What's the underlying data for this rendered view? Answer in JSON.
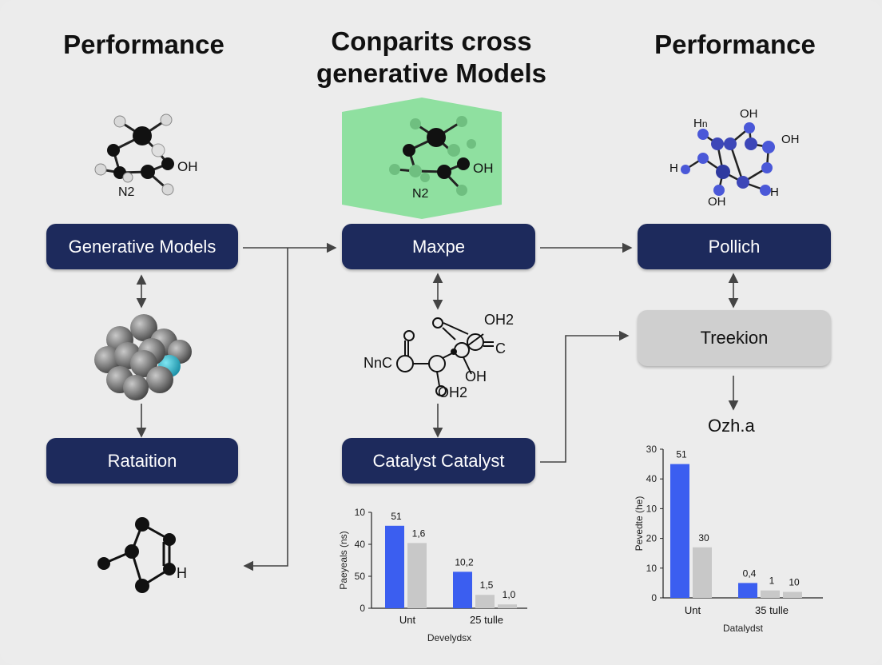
{
  "titles": {
    "left": "Performance",
    "center_line1": "Conparits cross",
    "center_line2": "generative Models",
    "right": "Performance"
  },
  "boxes": {
    "generative_models": "Generative Models",
    "maxpe": "Maxpe",
    "pollich": "Pollich",
    "treekion": "Treekion",
    "ratition": "Rataition",
    "catalyst": "Catalyst Catalyst"
  },
  "molecule_labels": {
    "left_oh": "OH",
    "left_n2": "N2",
    "center_oh": "OH",
    "center_n2": "N2",
    "right_h": "H",
    "right_n": "n",
    "right_ho": "H",
    "right_oh_top": "OH",
    "right_oh_right": "OH",
    "right_oh_bottom": "OH",
    "right_h_bottom": "H",
    "bottom_h": "H"
  },
  "structure_labels": {
    "oh2_top": "OH2",
    "nnc": "NnC",
    "c_right": "C",
    "oh_mid": "OH",
    "oh2_bottom": "OH2"
  },
  "output_label": "Ozh.a",
  "colors": {
    "navy": "#1d2a5c",
    "bar_blue": "#3b5ef0",
    "bar_gray": "#c8c8c8",
    "green_panel": "#8fe0a0"
  },
  "chart_data": [
    {
      "type": "bar",
      "ylabel": "Paeyeals (ns)",
      "xlabel": "Develydsx",
      "ylim": [
        0,
        10
      ],
      "yticks": [
        "0",
        "50",
        "40",
        "10"
      ],
      "categories": [
        "Unt",
        "25 tulle"
      ],
      "groups": [
        {
          "category": "Unt",
          "bars": [
            {
              "value": 51,
              "label": "51",
              "color": "blue",
              "frac": 0.86
            },
            {
              "value": 1.6,
              "label": "1,6",
              "color": "gray",
              "frac": 0.68
            }
          ]
        },
        {
          "category": "25 tulle",
          "bars": [
            {
              "value": 10.2,
              "label": "10,2",
              "color": "blue",
              "frac": 0.38
            },
            {
              "value": 1.5,
              "label": "1,5",
              "color": "gray",
              "frac": 0.14
            },
            {
              "value": 1.0,
              "label": "1,0",
              "color": "gray",
              "frac": 0.04
            }
          ]
        }
      ]
    },
    {
      "type": "bar",
      "ylabel": "Pevedte (he)",
      "xlabel": "Datalydst",
      "ylim": [
        0,
        30
      ],
      "yticks": [
        "0",
        "10",
        "20",
        "10",
        "40",
        "30"
      ],
      "categories": [
        "Unt",
        "35 tulle"
      ],
      "groups": [
        {
          "category": "Unt",
          "bars": [
            {
              "value": 51,
              "label": "51",
              "color": "blue",
              "frac": 0.9
            },
            {
              "value": 30,
              "label": "30",
              "color": "gray",
              "frac": 0.34
            }
          ]
        },
        {
          "category": "35 tulle",
          "bars": [
            {
              "value": 0.4,
              "label": "0,4",
              "color": "blue",
              "frac": 0.1
            },
            {
              "value": 1,
              "label": "1",
              "color": "gray",
              "frac": 0.05
            },
            {
              "value": 10,
              "label": "10",
              "color": "gray",
              "frac": 0.04
            }
          ]
        }
      ]
    }
  ]
}
